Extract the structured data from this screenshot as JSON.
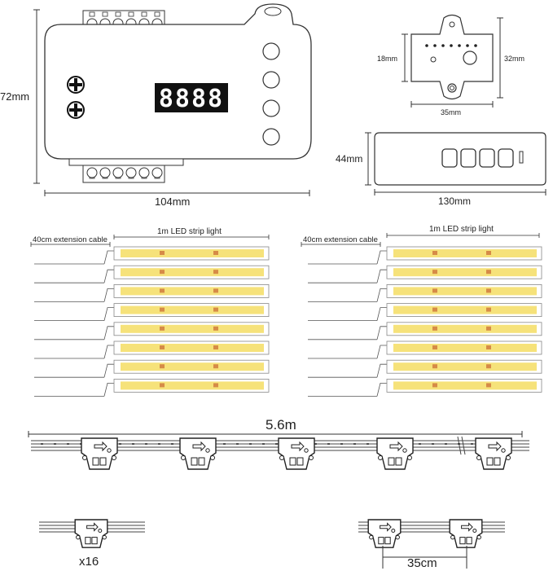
{
  "controller": {
    "height_label": "72mm",
    "width_label": "104mm",
    "display_digits": "8888"
  },
  "small_module": {
    "height_label": "18mm",
    "outer_height_label": "32mm",
    "width_label": "35mm"
  },
  "remote": {
    "height_label": "44mm",
    "width_label": "130mm"
  },
  "strip_groups": [
    {
      "cable_label": "40cm extension cable",
      "strip_label": "1m LED strip light",
      "strip_count": 8
    },
    {
      "cable_label": "40cm extension cable",
      "strip_label": "1m LED strip light",
      "strip_count": 8
    }
  ],
  "chain": {
    "length_label": "5.6m",
    "connector_count": 5
  },
  "single_connector": {
    "quantity_label": "x16"
  },
  "pair_connector": {
    "spacing_label": "35cm"
  }
}
